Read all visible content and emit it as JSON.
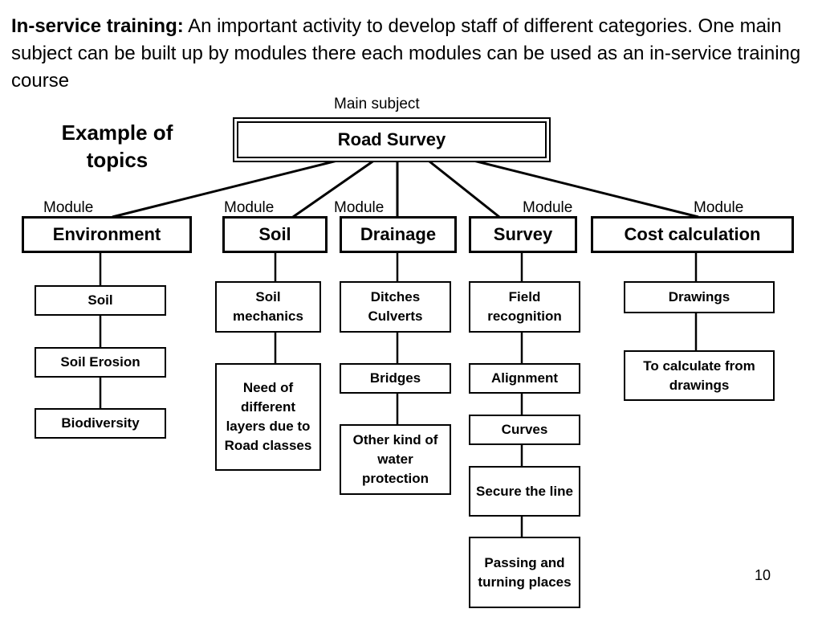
{
  "intro": {
    "heading": "In-service training:",
    "text": " An important activity to develop staff of different categories. One main subject can be built up by modules there each modules can be used as an in-service training course"
  },
  "main_subject_label": "Main subject",
  "example_label": "Example of topics",
  "root": "Road Survey",
  "module_label": "Module",
  "modules": [
    {
      "name": "Environment",
      "topics": [
        "Soil",
        "Soil Erosion",
        "Biodiversity"
      ]
    },
    {
      "name": "Soil",
      "topics": [
        "Soil mechanics",
        "Need of different layers due to Road classes"
      ]
    },
    {
      "name": "Drainage",
      "topics": [
        "Ditches Culverts",
        "Bridges",
        "Other kind of water protection"
      ]
    },
    {
      "name": "Survey",
      "topics": [
        "Field recognition",
        "Alignment",
        "Curves",
        "Secure the line",
        "Passing and turning places"
      ]
    },
    {
      "name": "Cost calculation",
      "topics": [
        "Drawings",
        "To calculate from drawings"
      ]
    }
  ],
  "page_number": "10"
}
